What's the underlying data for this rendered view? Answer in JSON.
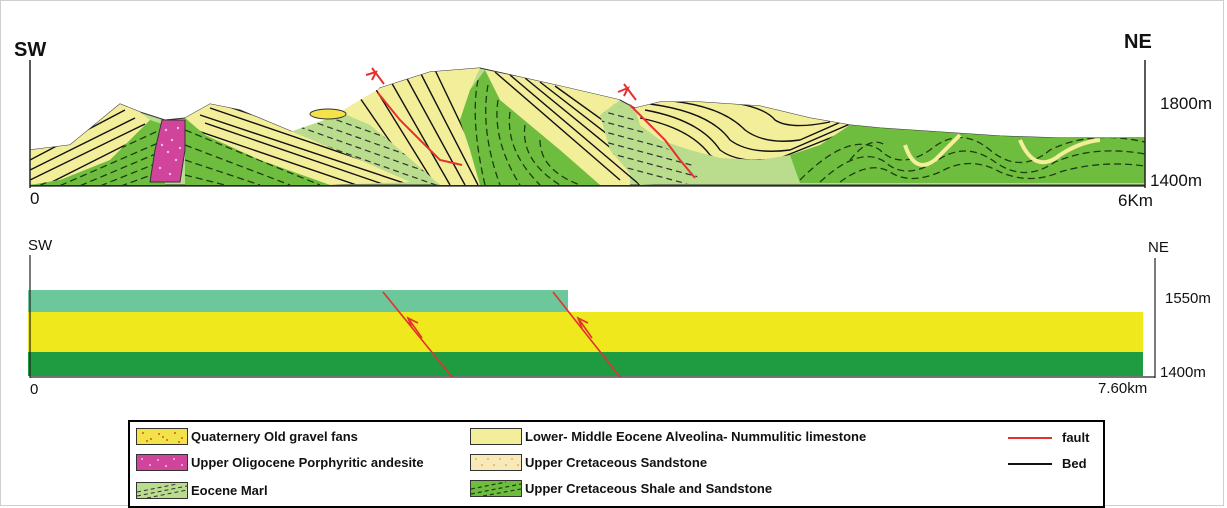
{
  "top_section": {
    "left_label": "SW",
    "right_label": "NE",
    "elev_top": "1800m",
    "elev_bottom": "1400m",
    "dist_start": "0",
    "dist_end": "6Km"
  },
  "bottom_section": {
    "left_label": "SW",
    "right_label": "NE",
    "elev_top": "1550m",
    "elev_bottom": "1400m",
    "dist_start": "0",
    "dist_end": "7.60km"
  },
  "legend": {
    "quaternary": "Quaternery Old gravel fans",
    "oligocene": "Upper Oligocene Porphyritic andesite",
    "marl": "Eocene Marl",
    "limestone": "Lower- Middle Eocene Alveolina- Nummulitic limestone",
    "sandstone": "Upper Cretaceous Sandstone",
    "shale": "Upper Cretaceous Shale and Sandstone",
    "fault": "fault",
    "bed": "Bed"
  },
  "colors": {
    "limestone": "#f3ee9a",
    "shale": "#6fbd3e",
    "marl": "#b9dc8d",
    "andesite": "#d1449c",
    "gravel": "#f3e24a",
    "fault": "#e53030",
    "band_teal": "#6cc79a",
    "band_yellow": "#eee81c",
    "band_green": "#1f9c42"
  }
}
